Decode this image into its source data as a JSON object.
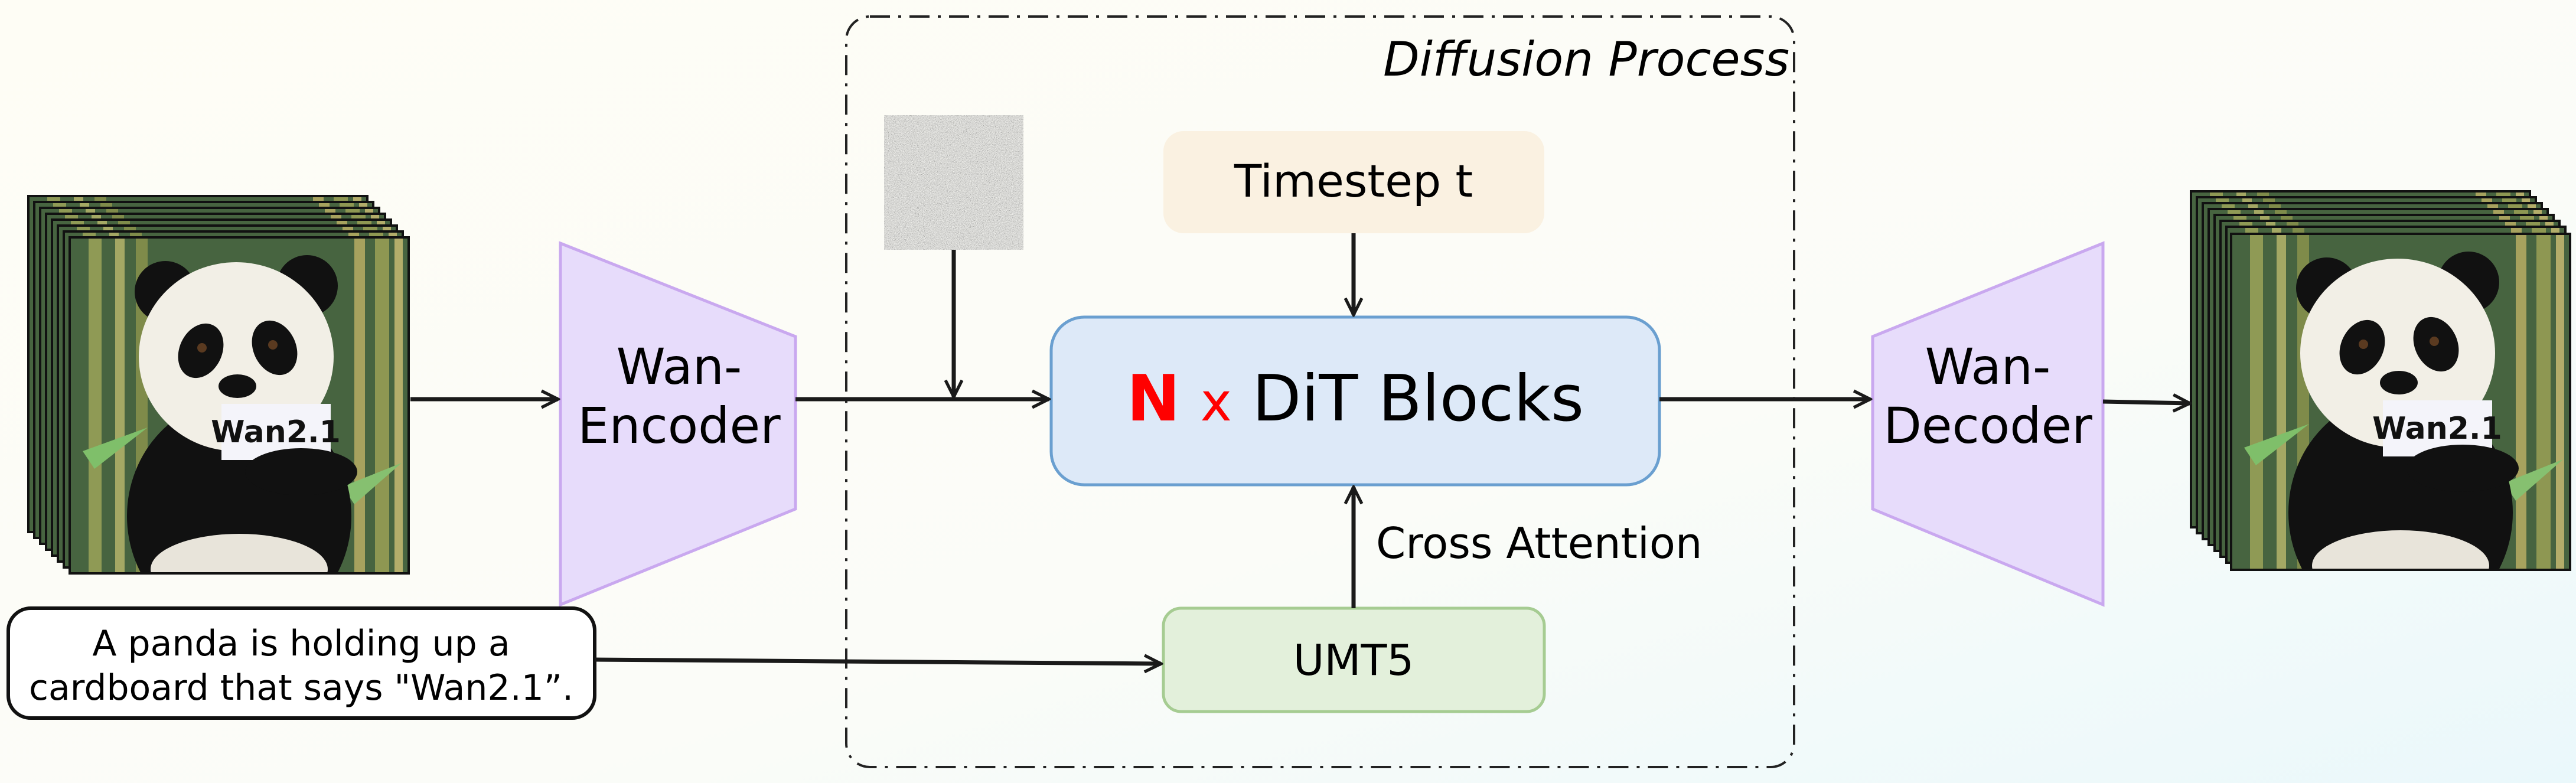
{
  "diagram": {
    "group_label": "Diffusion Process",
    "encoder_label_line1": "Wan-",
    "encoder_label_line2": "Encoder",
    "decoder_label_line1": "Wan-",
    "decoder_label_line2": "Decoder",
    "timestep_label": "Timestep t",
    "dit_count": "N",
    "dit_times": "x",
    "dit_label": "DiT Blocks",
    "cross_attention_label": "Cross Attention",
    "text_encoder_label": "UMT5",
    "prompt_line1": "A panda is holding up a",
    "prompt_line2": "cardboard that says \"Wan2.1”.",
    "sign_text": "Wan2.1"
  },
  "colors": {
    "timestep_fill": "#faf1e1",
    "dit_fill": "#dde9f8",
    "dit_stroke": "#6a9fd0",
    "umt5_fill": "#e3f0db",
    "umt5_stroke": "#a6cc92",
    "vae_fill": "#e7dcfb",
    "vae_stroke": "#c9a8ef",
    "accent_red": "#ff0000"
  },
  "icons": {
    "noise": "gaussian-noise-latent",
    "video_frames": "panda-video-frames-stack"
  }
}
